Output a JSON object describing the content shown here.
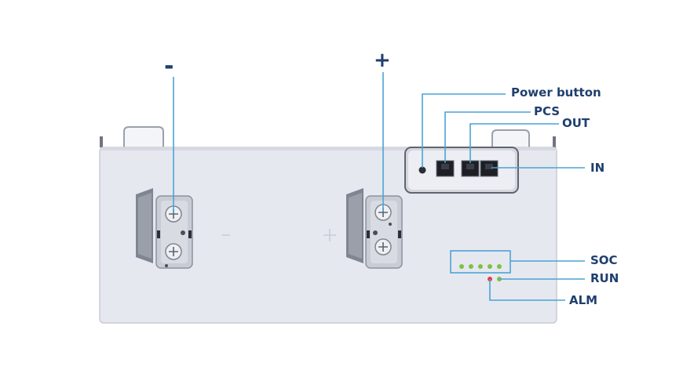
{
  "colors": {
    "label": "#1f3f6e",
    "leader": "#4aa3d6",
    "panel": "#e6e8ef",
    "led_green": "#7cc243",
    "led_red": "#e23b3b"
  },
  "terminals": {
    "negative_symbol": "-",
    "positive_symbol": "+"
  },
  "callouts": {
    "power_button": "Power button",
    "pcs": "PCS",
    "out": "OUT",
    "in": "IN",
    "soc": "SOC",
    "run": "RUN",
    "alm": "ALM"
  },
  "icons": [
    "bolt-icon",
    "led-indicator-icon",
    "rj45-port-icon"
  ]
}
